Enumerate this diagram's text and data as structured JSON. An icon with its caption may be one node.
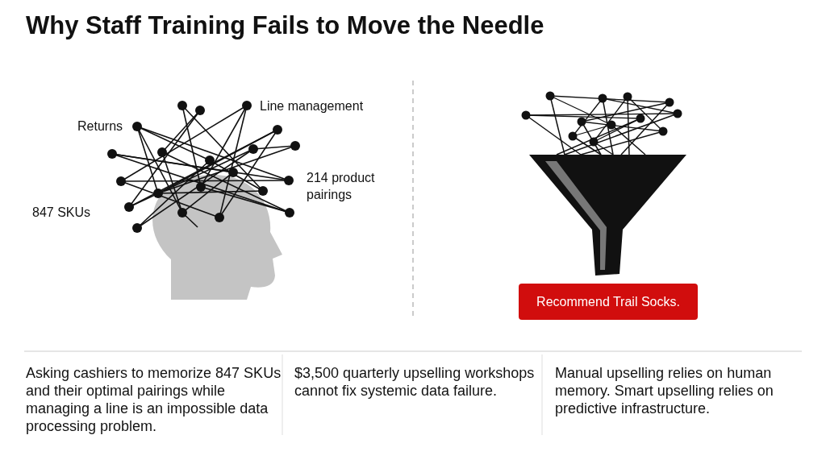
{
  "diagram": {
    "title": "Why Staff Training Fails to Move the Needle",
    "nodes": [
      {
        "text": [
          "Recommend Trail Socks."
        ]
      }
    ],
    "labels": [
      "Line management",
      "Returns",
      "214 product pairings",
      "847 SKUs",
      "Asking cashiers to memorize 847 SKUs and their optimal pairings while managing a line is an impossible data processing problem.",
      "$3,500 quarterly upselling workshops cannot fix systemic data failure.",
      "Manual upselling relies on human memory. Smart upselling relies on predictive infrastructure."
    ]
  }
}
